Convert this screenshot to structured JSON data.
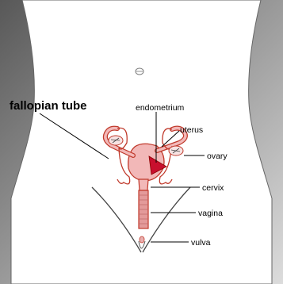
{
  "labels": {
    "fallopian_tube": "fallopian tube",
    "endometrium": "endometrium",
    "uterus": "uterus",
    "ovary": "ovary",
    "cervix": "cervix",
    "vagina": "vagina",
    "vulva": "vulva"
  },
  "colors": {
    "background_gradient_top": "#5a5a5a",
    "background_gradient_bottom": "#d9d9d9",
    "body": "#ffffff",
    "organ_fill": "#f2b8b8",
    "organ_stroke": "#c0392b",
    "endometrium": "#c8102e",
    "leader_line": "#000000"
  }
}
